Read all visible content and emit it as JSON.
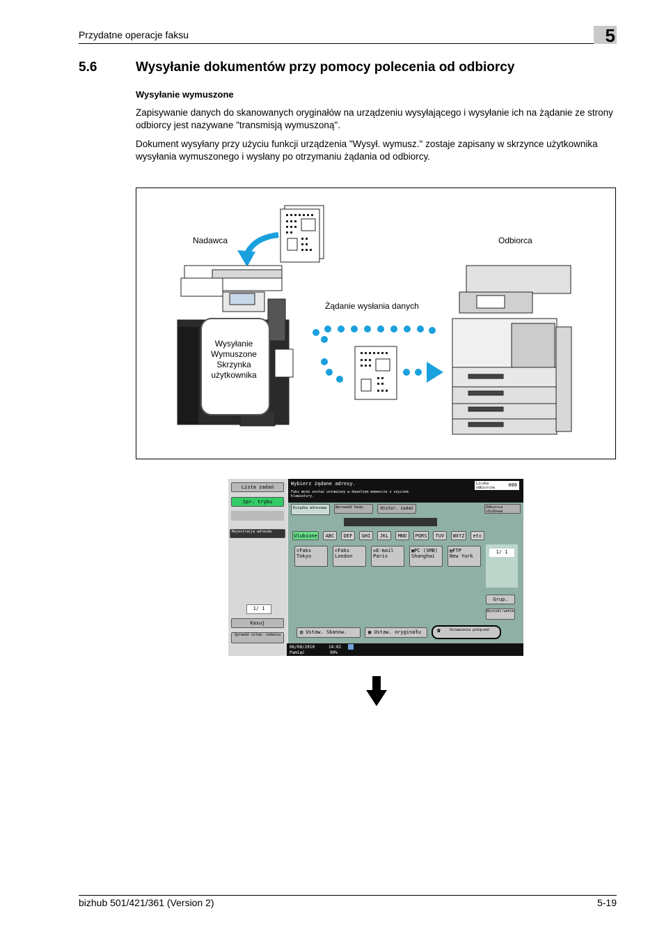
{
  "header": {
    "section_label": "Przydatne operacje faksu",
    "chapter_number": "5"
  },
  "section": {
    "number": "5.6",
    "title": "Wysyłanie dokumentów przy pomocy polecenia od odbiorcy"
  },
  "subheading": "Wysyłanie wymuszone",
  "paragraphs": [
    "Zapisywanie danych do skanowanych oryginałów na urządzeniu wysyłającego i wysyłanie ich na żądanie ze strony odbiorcy jest nazywane \"transmisją wymuszoną\".",
    "Dokument wysyłany przy użyciu funkcji urządzenia \"Wysył. wymusz.\" zostaje zapisany w skrzynce użytkownika wysyłania wymuszonego i wysłany po otrzymaniu żądania od odbiorcy."
  ],
  "figure": {
    "sender_label": "Nadawca",
    "receiver_label": "Odbiorca",
    "request_label": "Żądanie wysłania danych",
    "box_lines": [
      "Wysyłanie",
      "Wymuszone",
      "Skrzynka",
      "użytkownika"
    ]
  },
  "screen": {
    "left_buttons": {
      "job_list": "Lista zadań",
      "check_mode": "Spr. trybu",
      "reg_address": "Rejestracja adresów",
      "page_counter": "1/ 1",
      "delete": "Kasuj",
      "check_job": "Sprawdź ustaw. zadania"
    },
    "title": "Wybierz żądane adresy.",
    "message": "Faks może zostać ustawiony w dowolnym momencie z użyciem klawiatury.",
    "recipients_label": "Liczba odbiorców",
    "recipients_count": "000",
    "tabs": [
      "Książka adresowa",
      "Wprowadź bezp.",
      "Histor. zadań",
      "Odbiorca służbowa"
    ],
    "index_tabs": [
      "Ulubione",
      "ABC",
      "DEF",
      "GHI",
      "JKL",
      "MNO",
      "PQRS",
      "TUV",
      "WXYZ",
      "etc"
    ],
    "destinations": [
      {
        "type": "Faks",
        "name": "Tokyo"
      },
      {
        "type": "Faks",
        "name": "London"
      },
      {
        "type": "E-mail",
        "name": "Paris"
      },
      {
        "type": "PC (SMB)",
        "name": "Shanghai"
      },
      {
        "type": "FTP",
        "name": "New York"
      }
    ],
    "dest_page": "1/ 1",
    "group_button": "Grup.",
    "search_button": "Wyszuki-wanie",
    "bottom_buttons": [
      "Ustaw. Skanow.",
      "Ustaw. oryginału",
      "Ustawienia połączeń"
    ],
    "status": {
      "date": "06/08/2010",
      "time": "14:02",
      "memory_label": "Pamięć",
      "memory_value": "90%"
    }
  },
  "footer": {
    "model": "bizhub 501/421/361 (Version 2)",
    "page": "5-19"
  }
}
